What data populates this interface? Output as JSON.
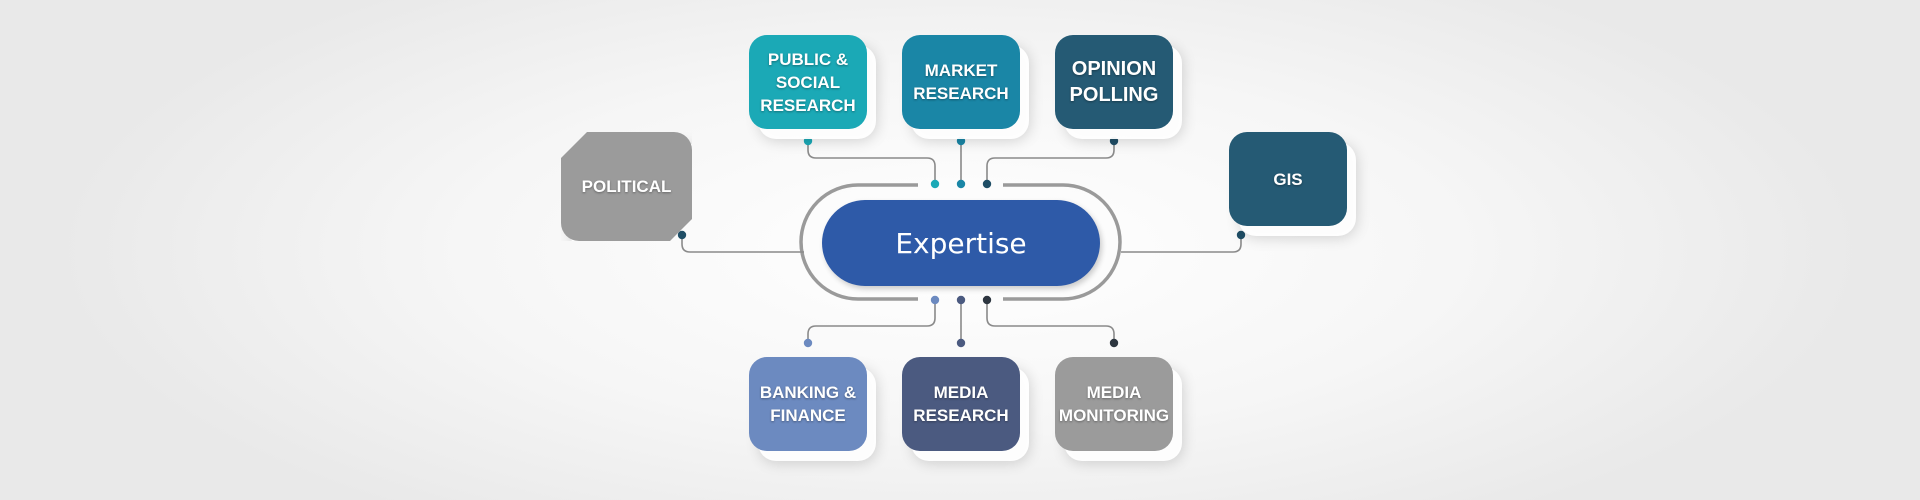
{
  "center": {
    "label": "Expertise",
    "color": "#2e5aa8"
  },
  "boxes": [
    {
      "id": "public-social-research",
      "label": "PUBLIC &\nSOCIAL\nRESEARCH",
      "color": "#1ba9b6",
      "dot": "#1ba9b6"
    },
    {
      "id": "market-research",
      "label": "MARKET\nRESEARCH",
      "color": "#1a86a6",
      "dot": "#1a86a6"
    },
    {
      "id": "opinion-polling",
      "label": "OPINION\nPOLLING",
      "color": "#255a74",
      "dot": "#1f4e66"
    },
    {
      "id": "political",
      "label": "POLITICAL",
      "color": "#9b9b9b",
      "dot": "#1f4e66"
    },
    {
      "id": "gis",
      "label": "GIS",
      "color": "#255a74",
      "dot": "#1f4e66"
    },
    {
      "id": "banking-finance",
      "label": "BANKING &\nFINANCE",
      "color": "#6c8ac0",
      "dot": "#6c8ac0"
    },
    {
      "id": "media-research",
      "label": "MEDIA\nRESEARCH",
      "color": "#4b5a80",
      "dot": "#4b5a80"
    },
    {
      "id": "media-monitoring",
      "label": "MEDIA\nMONITORING",
      "color": "#9b9b9b",
      "dot": "#2d3640"
    }
  ],
  "ring_color": "#9a9a9a",
  "line_color": "#8a8a8a"
}
